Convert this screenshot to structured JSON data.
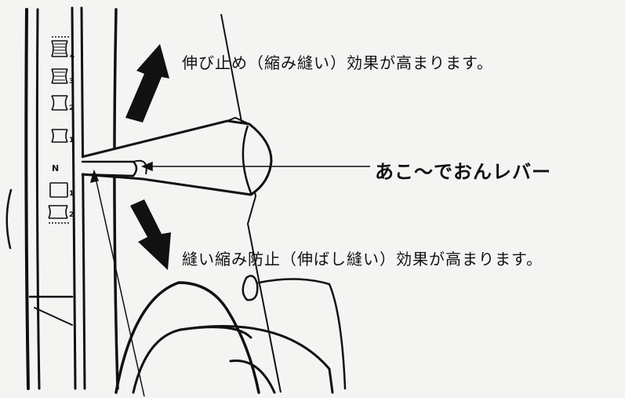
{
  "labels": {
    "top": "伸び止め（縮み縫い）効果が高まります。",
    "lever": "あこ～でおんレバー",
    "bottom": "縫い縮み防止（伸ばし縫い）効果が高まります。"
  },
  "scale": {
    "upper": [
      "4",
      "3",
      "2",
      "1"
    ],
    "neutral": "N",
    "lower": [
      "1",
      "2"
    ]
  },
  "icons": {
    "up_arrow": "up-arrow-icon",
    "down_arrow": "down-arrow-icon"
  }
}
